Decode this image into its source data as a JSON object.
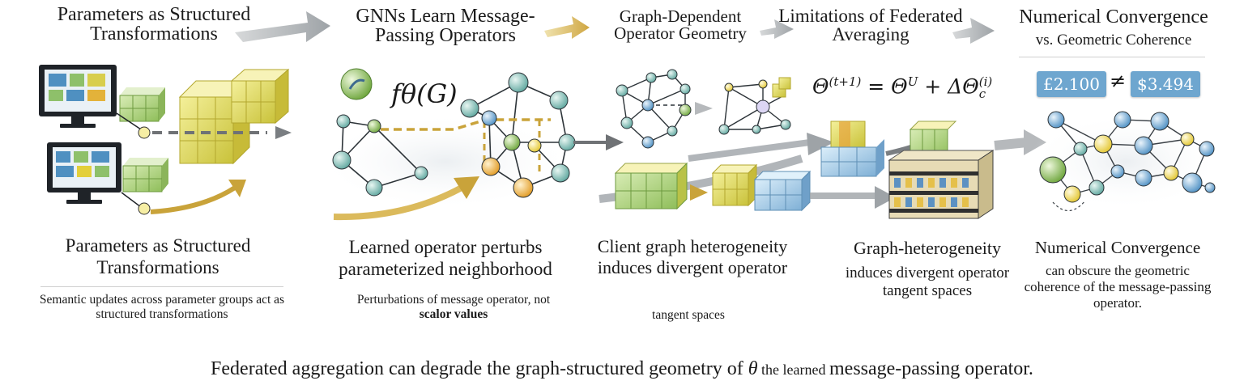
{
  "titles": {
    "step1": "Parameters as Structured Transformations",
    "step2": "GNNs Learn Message-Passing Operators",
    "step3": "Graph-Dependent Operator Geometry",
    "step4": "Limitations of Federated Averaging",
    "step5": "Numerical Convergence",
    "step5_sub": "vs. Geometric Coherence"
  },
  "formulas": {
    "operator": "fθ(G)",
    "update_lhs": "Θ",
    "update_lhs_sup": "(t+1)",
    "update_mid": " = Θ",
    "update_mid_sup": "U",
    "update_rhs": " + ΔΘ",
    "update_rhs_sup": "(i)",
    "update_rhs_sub": "c"
  },
  "badges": {
    "left": "£2.100",
    "neq": "≠",
    "right": "$3.494"
  },
  "captions": {
    "c1_main": "Parameters as Structured Transformations",
    "c1_sub": "Semantic updates across parameter groups act as structured transformations",
    "c2_main": "Learned operator perturbs parameterized neighborhood",
    "c2_sub": "Perturbations of message operator, not",
    "c2_sub_bold": "scalor values",
    "c3_main": "Client graph heterogeneity induces divergent operator",
    "c3_sub": "tangent spaces",
    "c4_main": "Graph-heterogeneity",
    "c4_sub": "induces divergent operator tangent spaces",
    "c5_main": "Numerical Convergence",
    "c5_sub": "can obscure the geometric coherence of the message-passing operator."
  },
  "footer": {
    "a": "Federated aggregation can degrade the graph-structured geometry of ",
    "theta": "θ",
    "b": " the learned ",
    "c": "message-passing operator."
  },
  "colors": {
    "arrow_gray": "#a9adb0",
    "arrow_gold": "#d8b860",
    "cube_green": "#b9d68a",
    "cube_yellow": "#e9e27a",
    "cube_blue": "#a9cbe3",
    "node_teal": "#8cc6bf",
    "node_blue": "#7fb6dc",
    "node_orange": "#efb64a",
    "node_green": "#9fcb6a",
    "badge": "#6ea6cf"
  }
}
